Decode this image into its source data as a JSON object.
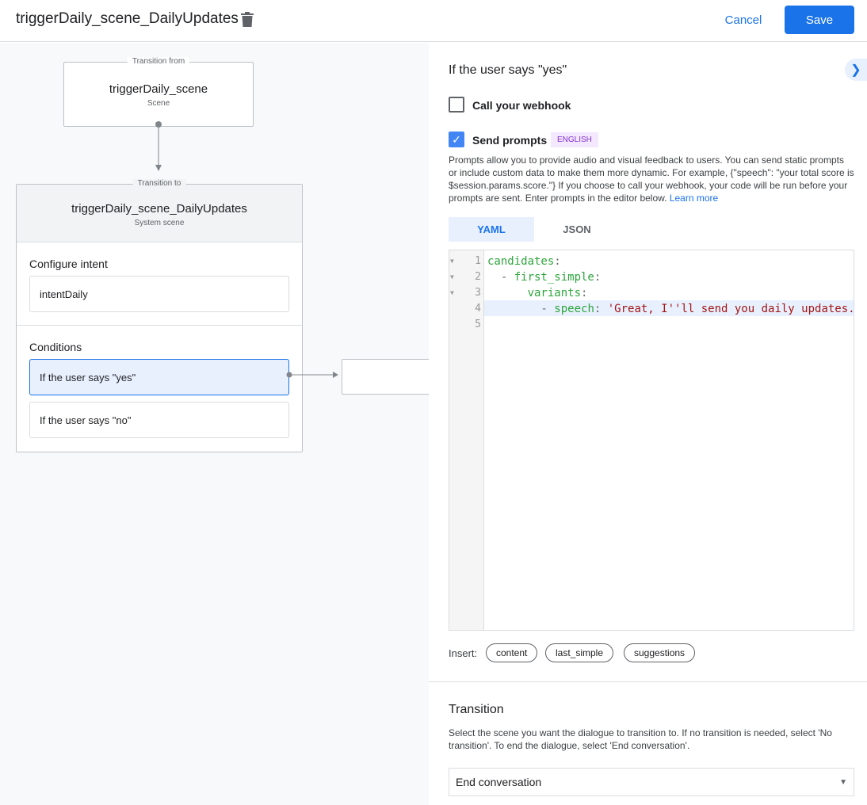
{
  "header": {
    "title": "triggerDaily_scene_DailyUpdates",
    "cancel": "Cancel",
    "save": "Save"
  },
  "canvas": {
    "from": {
      "label": "Transition from",
      "name": "triggerDaily_scene",
      "type": "Scene"
    },
    "to": {
      "label": "Transition to",
      "name": "triggerDaily_scene_DailyUpdates",
      "type": "System scene"
    },
    "intent_heading": "Configure intent",
    "intent": "intentDaily",
    "conditions_heading": "Conditions",
    "conditions": [
      "If the user says \"yes\"",
      "If the user says \"no\""
    ]
  },
  "panel": {
    "title": "If the user says \"yes\"",
    "webhook": {
      "label": "Call your webhook",
      "checked": false
    },
    "prompts": {
      "label": "Send prompts",
      "checked": true,
      "badge": "ENGLISH"
    },
    "description": "Prompts allow you to provide audio and visual feedback to users. You can send static prompts or include custom data to make them more dynamic. For example, {\"speech\": \"your total score is $session.params.score.\"} If you choose to call your webhook, your code will be run before your prompts are sent. Enter prompts in the editor below.",
    "learn_more": "Learn more",
    "tabs": [
      "YAML",
      "JSON"
    ],
    "active_tab": "YAML",
    "code": {
      "line_numbers": [
        "1",
        "2",
        "3",
        "4",
        "5"
      ]
    },
    "insert_label": "Insert:",
    "insert_chips": [
      "content",
      "last_simple",
      "suggestions"
    ],
    "transition": {
      "heading": "Transition",
      "description": "Select the scene you want the dialogue to transition to. If no transition is needed, select 'No transition'. To end the dialogue, select 'End conversation'.",
      "value": "End conversation"
    }
  },
  "colors": {
    "accent": "#1a73e8",
    "badge_bg": "#f3e8fd",
    "badge_text": "#8430ce",
    "selected_bg": "#e8f0fe"
  }
}
